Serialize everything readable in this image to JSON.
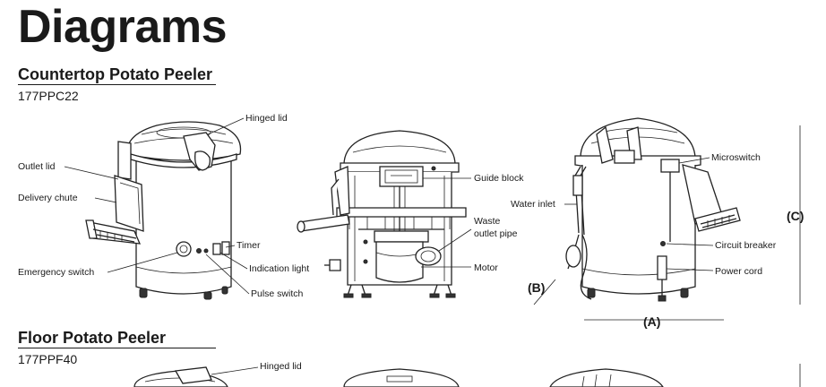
{
  "page": {
    "title": "Diagrams"
  },
  "countertop": {
    "title": "Countertop Potato Peeler",
    "model": "177PPC22",
    "labels": {
      "hinged_lid": "Hinged lid",
      "outlet_lid": "Outlet lid",
      "delivery_chute": "Delivery chute",
      "timer": "Timer",
      "indication_light": "Indication light",
      "emergency_switch": "Emergency switch",
      "pulse_switch": "Pulse switch",
      "guide_block": "Guide block",
      "waste_outlet_pipe_line1": "Waste",
      "waste_outlet_pipe_line2": "outlet pipe",
      "motor": "Motor",
      "microswitch": "Microswitch",
      "water_inlet": "Water inlet",
      "circuit_breaker": "Circuit breaker",
      "power_cord": "Power cord"
    },
    "dimensions": {
      "a": "(A)",
      "b": "(B)",
      "c": "(C)"
    }
  },
  "floor": {
    "title": "Floor Potato Peeler",
    "model": "177PPF40",
    "labels": {
      "hinged_lid": "Hinged lid"
    }
  }
}
